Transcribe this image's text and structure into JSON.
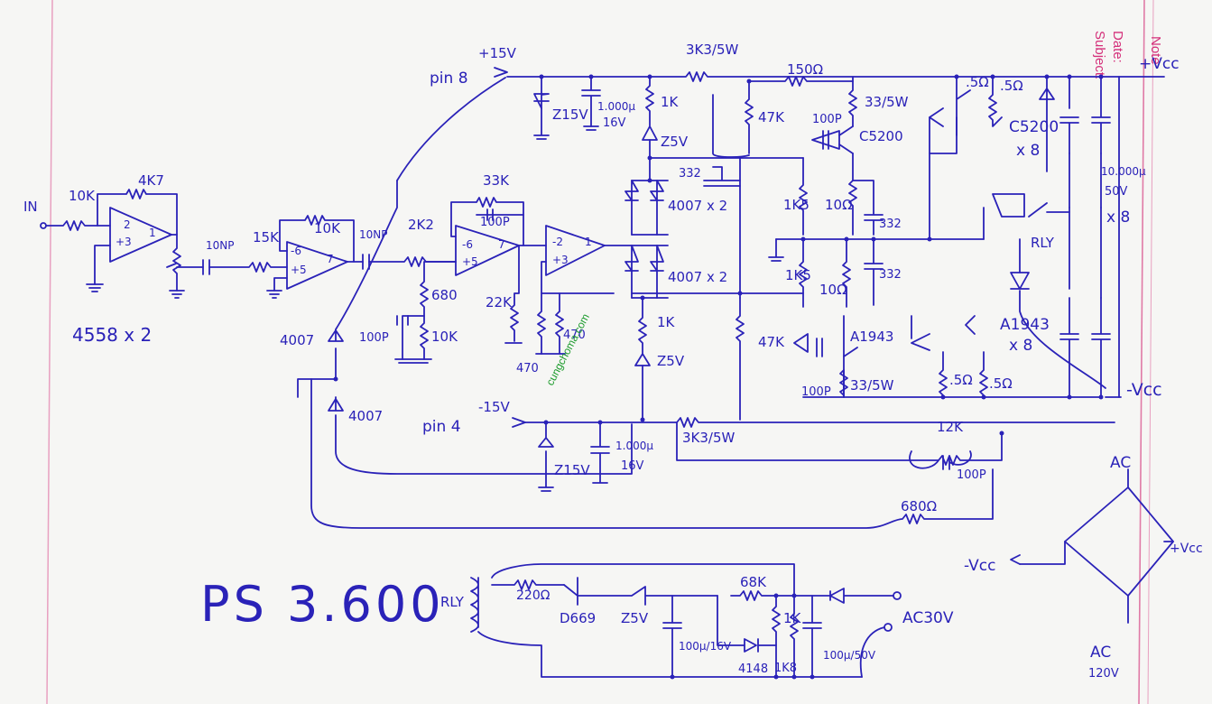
{
  "header": {
    "date_label": "Date:",
    "subject_label": "Subject:",
    "note_label": "Note"
  },
  "title": "PS 3.600",
  "watermark": "cungchoma.com",
  "labels": {
    "in": "IN",
    "r10k_in": "10K",
    "r4k7": "4K7",
    "pin2": "2",
    "pin3": "+3",
    "pin1": "1",
    "opamp1_label": "4558 x 2",
    "c10np_1": "10NP",
    "r15k": "15K",
    "r10k_2": "10K",
    "pin6a": "-6",
    "pin5a": "+5",
    "pin7a": "7",
    "c10np_2": "10NP",
    "r2k2": "2K2",
    "r33k": "33K",
    "c100p_a": "100P",
    "pin6b": "-6",
    "pin5b": "+5",
    "pin7b": "7",
    "pin2c": "-2",
    "pin3c": "+3",
    "pin1c": "1",
    "r680": "680",
    "c100p_b": "100P",
    "r10k_3": "10K",
    "r22k": "22K",
    "r470": "470",
    "r470b": "470",
    "pin8": "pin 8",
    "plus15": "+15V",
    "z15_top": "Z15V",
    "c1000_top": "1.000µ",
    "c16v_top": "16V",
    "r3k3_top": "3K3/5W",
    "r1k_top": "1K",
    "z25_top": "Z5V",
    "d4007x2a": "4007 x 2",
    "d4007x2b": "4007 x 2",
    "r1k_bot": "1K",
    "z25_bot": "Z5V",
    "r150": "150Ω",
    "r47k_top": "47K",
    "c332a": "332",
    "c100p_c": "100P",
    "r33_5w_top": "33/5W",
    "c5200": "C5200",
    "c5200x8": "C5200",
    "x8a": "x 8",
    "r05a": ".5Ω",
    "r05b": ".5Ω",
    "r1k5a": "1K5",
    "r10a": "10Ω",
    "c332b": "332",
    "r1k5b": "1K5",
    "r10b": "10Ω",
    "c332c": "332",
    "r47k_bot": "47K",
    "a1943": "A1943",
    "a1943x8": "A1943",
    "x8b": "x 8",
    "c100p_d": "100P",
    "r33_5w_bot": "33/5W",
    "r05c": ".5Ω",
    "r05d": ".5Ω",
    "rly": "RLY",
    "c10000": "10.000µ",
    "c50v": "50V",
    "x8c": "x 8",
    "vcc_pos": "+Vcc",
    "vcc_neg": "-Vcc",
    "d4007_a": "4007",
    "d4007_b": "4007",
    "pin4": "pin 4",
    "minus15": "-15V",
    "z15_bot": "Z15V",
    "c1000_bot": "1.000µ",
    "c16v_bot": "16V",
    "r3k3_bot": "3K3/5W",
    "r12k": "12K",
    "c100p_e": "100P",
    "r680_fb": "680Ω",
    "ac_top": "AC",
    "ac_bot": "AC",
    "ac_120": "120V",
    "bridge_neg": "-Vcc",
    "bridge_pos": "+Vcc",
    "rly_b": "RLY",
    "r220": "220Ω",
    "d669": "D669",
    "z5v_psu": "Z5V",
    "c100u16": "100µ/16V",
    "r68k": "68K",
    "r1k_psu": "1K",
    "r1k8": "1K8",
    "d4148": "4148",
    "c100u50": "100µ/50V",
    "ac30": "AC30V"
  }
}
